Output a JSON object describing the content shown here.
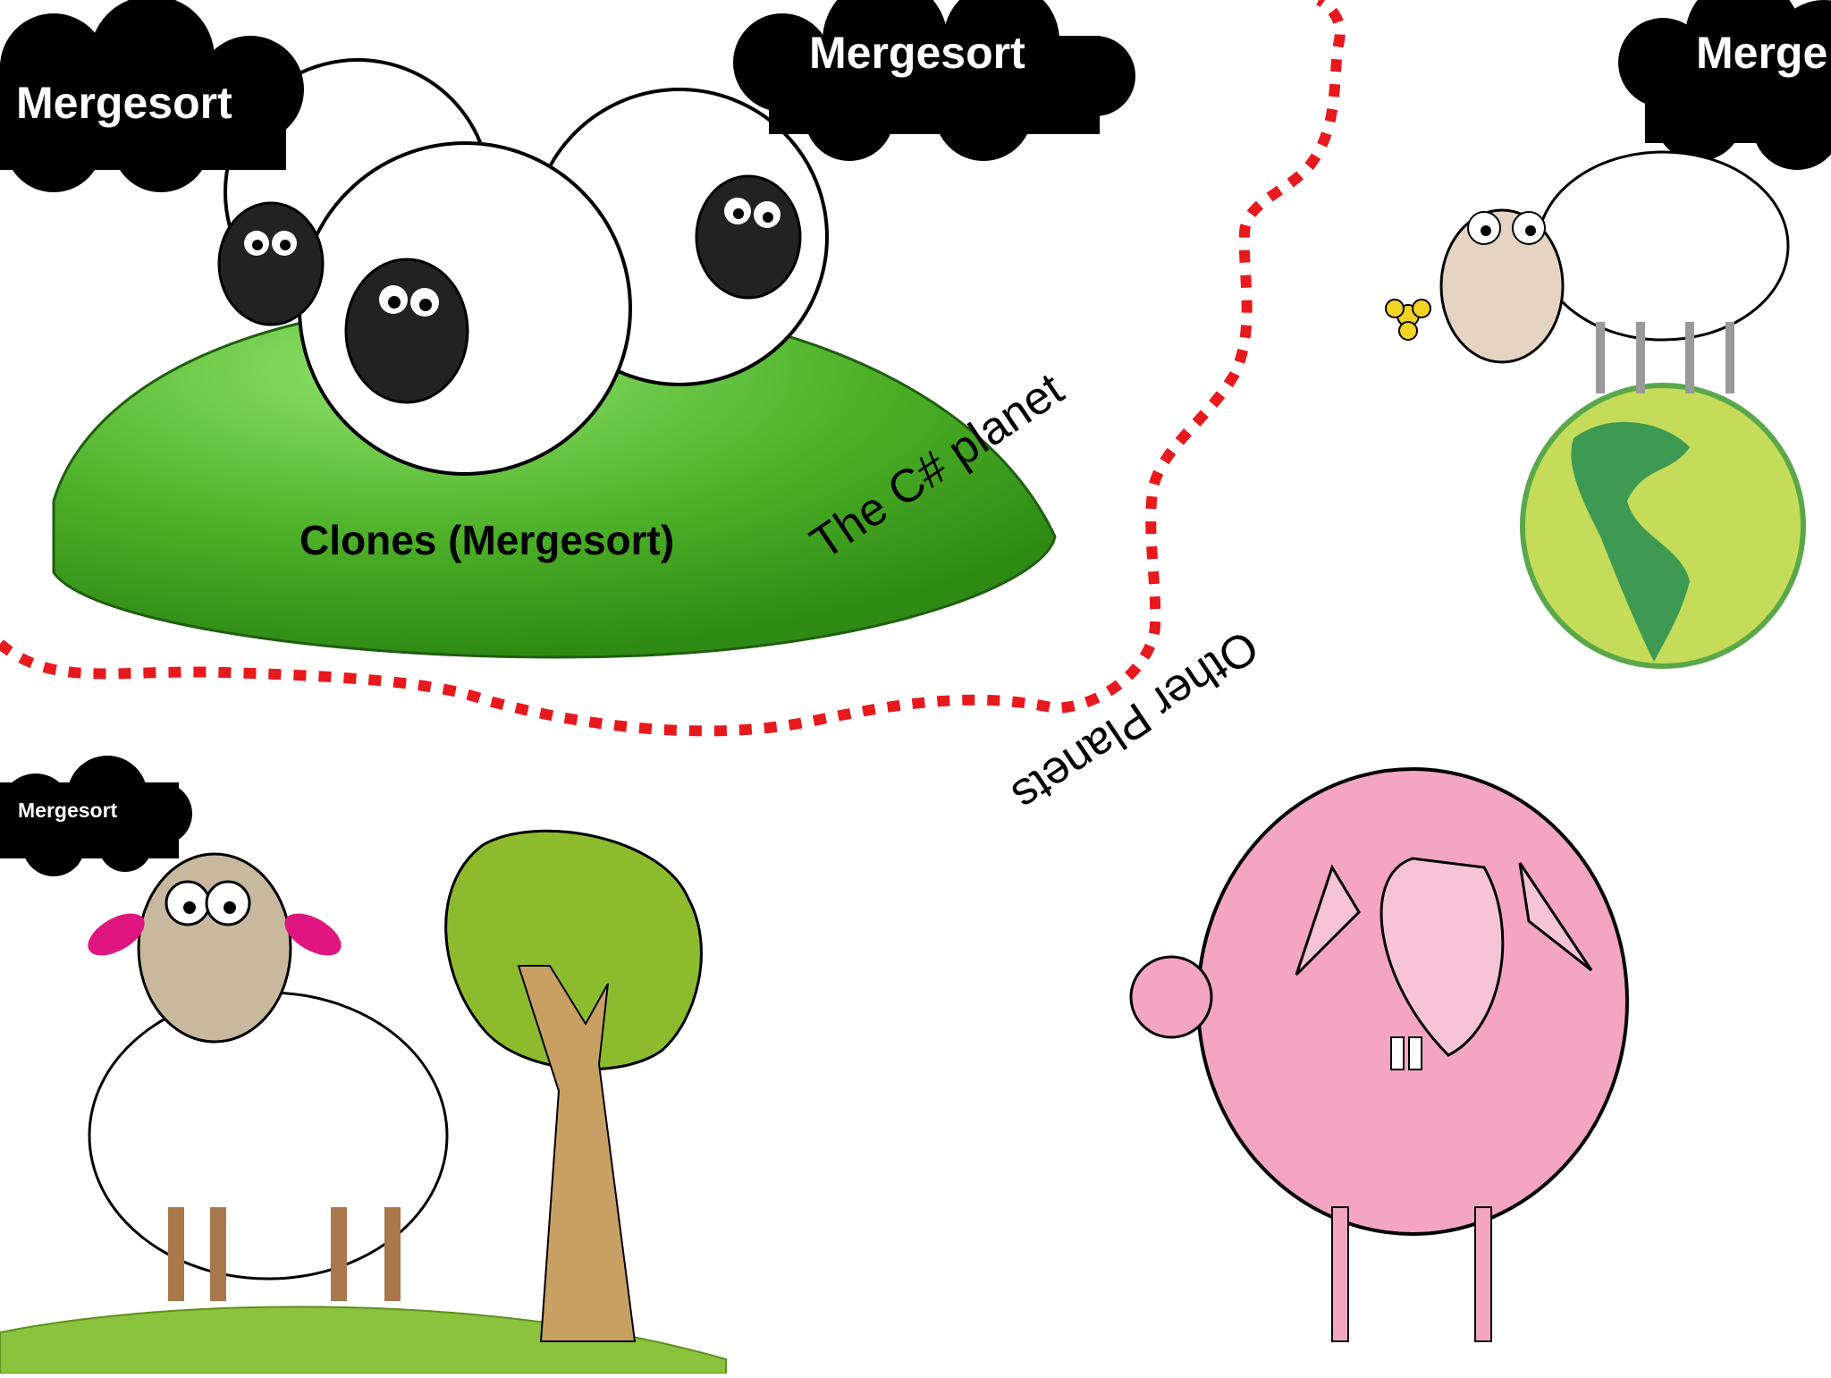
{
  "clouds": {
    "top_left": "Mergesort",
    "top_center": "Mergesort",
    "top_right": "Merge",
    "bottom_left": "Mergesort"
  },
  "hill_caption": "Clones (Mergesort)",
  "boundary": {
    "inside_label": "The C# planet",
    "outside_label": "Other Planets"
  },
  "colors": {
    "boundary_dash": "#e8191c",
    "cloud_fill": "#000000",
    "hill_green": "#3fa21d",
    "wool_pink": "#f3a5c3",
    "ear_magenta": "#e0157f",
    "tree_leaves": "#8dbb2e",
    "trunk": "#c9a064",
    "globe": "#c5dc5a"
  },
  "icons": [
    "cloud-icon",
    "sheep-icon",
    "hill-icon",
    "tree-icon",
    "globe-icon",
    "flower-icon"
  ]
}
